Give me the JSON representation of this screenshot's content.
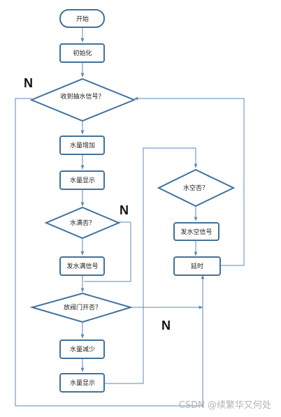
{
  "nodes": {
    "start": "开始",
    "init": "初始化",
    "recv_signal": "收到抽水信号？",
    "water_inc": "水量增加",
    "water_disp_1": "水量显示",
    "water_full": "水满否？",
    "send_full": "发水满信号",
    "valve_open": "放阀门开否？",
    "water_dec": "水量减少",
    "water_disp_2": "水量显示",
    "water_empty": "水空否？",
    "send_empty": "发水空信号",
    "delay": "延时"
  },
  "labels": {
    "n1": "N",
    "n2": "N",
    "n3": "N"
  },
  "watermark": "CSDN @续繁华又何处",
  "colors": {
    "box_border": "#41719c",
    "edge": "#5b89b5",
    "text": "#1e1e1e"
  }
}
